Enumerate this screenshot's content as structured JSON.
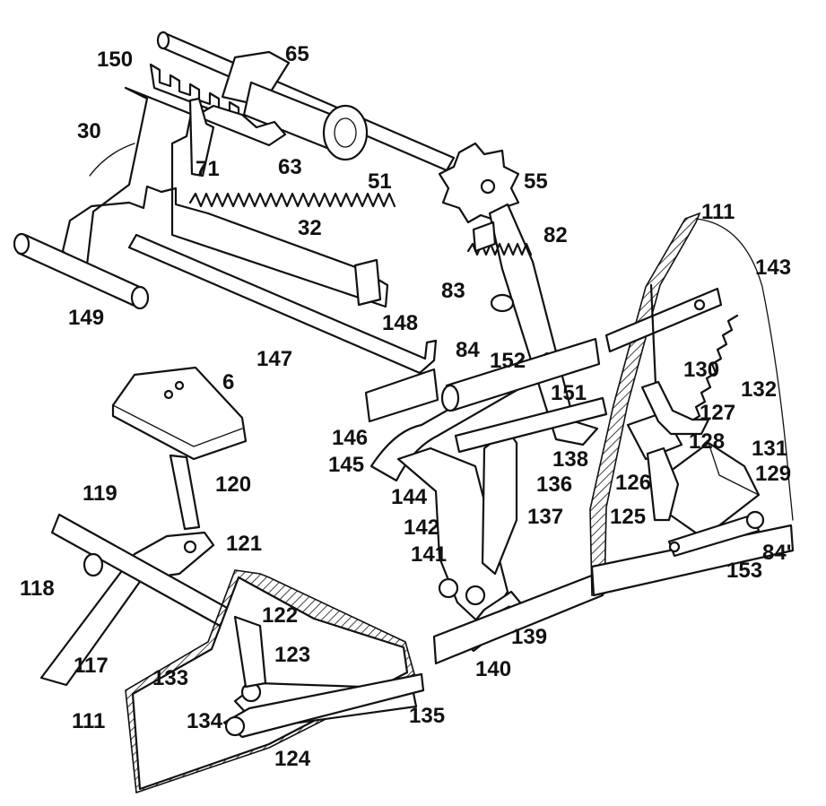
{
  "figure": {
    "labels": [
      {
        "id": "150",
        "text": "150"
      },
      {
        "id": "65",
        "text": "65"
      },
      {
        "id": "30",
        "text": "30"
      },
      {
        "id": "71",
        "text": "71"
      },
      {
        "id": "63",
        "text": "63"
      },
      {
        "id": "51",
        "text": "51"
      },
      {
        "id": "55",
        "text": "55"
      },
      {
        "id": "32",
        "text": "32"
      },
      {
        "id": "82",
        "text": "82"
      },
      {
        "id": "111a",
        "text": "111"
      },
      {
        "id": "143",
        "text": "143"
      },
      {
        "id": "83",
        "text": "83"
      },
      {
        "id": "149",
        "text": "149"
      },
      {
        "id": "148",
        "text": "148"
      },
      {
        "id": "147",
        "text": "147"
      },
      {
        "id": "84",
        "text": "84"
      },
      {
        "id": "152",
        "text": "152"
      },
      {
        "id": "130",
        "text": "130"
      },
      {
        "id": "132",
        "text": "132"
      },
      {
        "id": "6",
        "text": "6"
      },
      {
        "id": "151",
        "text": "151"
      },
      {
        "id": "127",
        "text": "127"
      },
      {
        "id": "146",
        "text": "146"
      },
      {
        "id": "128",
        "text": "128"
      },
      {
        "id": "131",
        "text": "131"
      },
      {
        "id": "138",
        "text": "138"
      },
      {
        "id": "145",
        "text": "145"
      },
      {
        "id": "136",
        "text": "136"
      },
      {
        "id": "126",
        "text": "126"
      },
      {
        "id": "129",
        "text": "129"
      },
      {
        "id": "120",
        "text": "120"
      },
      {
        "id": "144",
        "text": "144"
      },
      {
        "id": "125",
        "text": "125"
      },
      {
        "id": "137",
        "text": "137"
      },
      {
        "id": "119",
        "text": "119"
      },
      {
        "id": "142",
        "text": "142"
      },
      {
        "id": "84p",
        "text": "84'"
      },
      {
        "id": "121",
        "text": "121"
      },
      {
        "id": "153",
        "text": "153"
      },
      {
        "id": "141",
        "text": "141"
      },
      {
        "id": "118",
        "text": "118"
      },
      {
        "id": "122",
        "text": "122"
      },
      {
        "id": "117",
        "text": "117"
      },
      {
        "id": "123",
        "text": "123"
      },
      {
        "id": "139",
        "text": "139"
      },
      {
        "id": "133",
        "text": "133"
      },
      {
        "id": "140",
        "text": "140"
      },
      {
        "id": "111b",
        "text": "111"
      },
      {
        "id": "134",
        "text": "134"
      },
      {
        "id": "135",
        "text": "135"
      },
      {
        "id": "124",
        "text": "124"
      }
    ]
  }
}
